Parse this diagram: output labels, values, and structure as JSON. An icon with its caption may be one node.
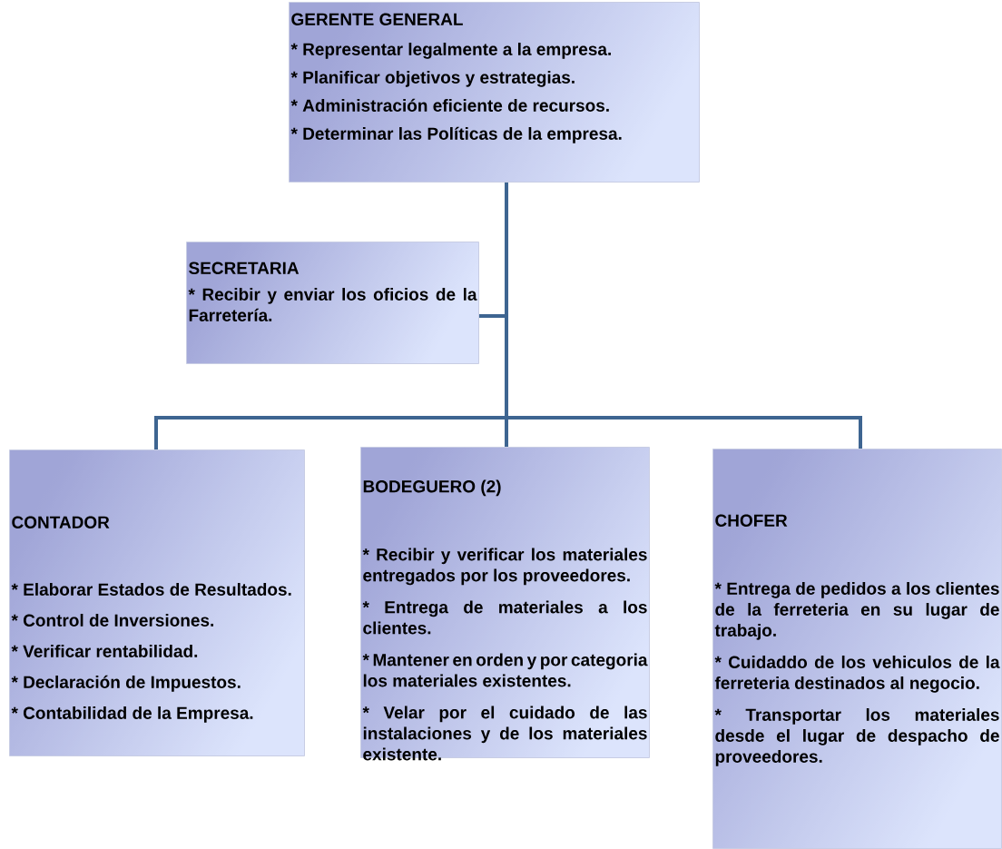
{
  "diagram": {
    "nodes": [
      {
        "text": [
          "GERENTE GENERAL",
          "* Representar legalmente a la empresa.",
          "* Planificar objetivos y estrategias.",
          "* Administración eficiente de recursos.",
          "* Determinar las Políticas de la empresa."
        ]
      },
      {
        "text": [
          "SECRETARIA",
          "* Recibir y enviar los oficios de la Farretería."
        ]
      },
      {
        "text": [
          "CONTADOR",
          "* Elaborar Estados de Resultados.",
          "* Control de Inversiones.",
          "* Verificar rentabilidad.",
          "* Declaración de Impuestos.",
          "* Contabilidad de la Empresa."
        ]
      },
      {
        "text": [
          "BODEGUERO (2)",
          "* Recibir y verificar los materiales entregados por los proveedores.",
          "* Entrega de materiales a los clientes.",
          "* Mantener en orden y por categoria los materiales existentes.",
          "* Velar por el cuidado de las instalaciones y de los materiales existente."
        ]
      },
      {
        "text": [
          "CHOFER",
          "* Entrega de pedidos a los clientes de la ferreteria en su lugar de trabajo.",
          "* Cuidaddo de los vehiculos de la ferreteria destinados al negocio.",
          "* Transportar los materiales desde el lugar de despacho de proveedores."
        ]
      }
    ],
    "edges": [
      {
        "from": 0,
        "to": 1,
        "arrow": "none"
      },
      {
        "from": 0,
        "to": 2,
        "arrow": "none"
      },
      {
        "from": 0,
        "to": 3,
        "arrow": "none"
      },
      {
        "from": 0,
        "to": 4,
        "arrow": "none"
      }
    ]
  }
}
